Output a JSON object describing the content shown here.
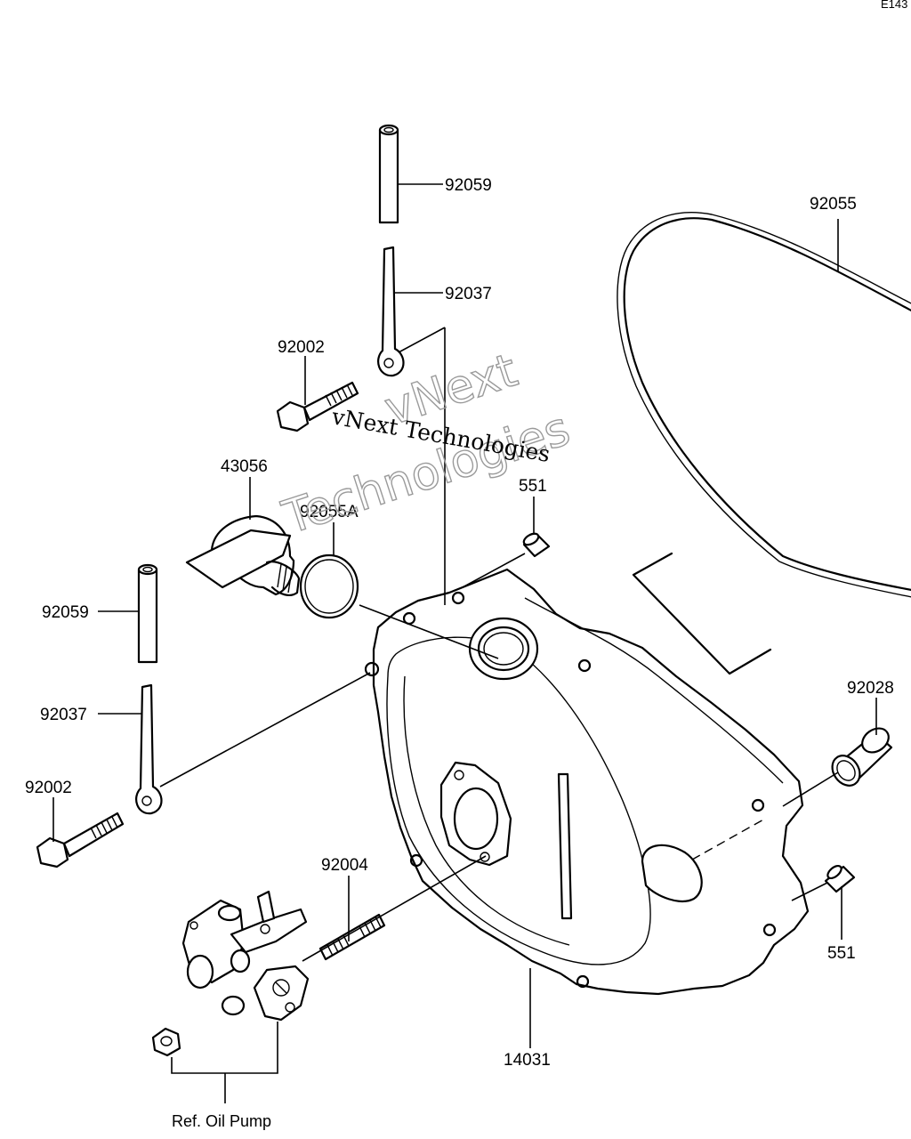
{
  "corner_code": "E143",
  "watermark": {
    "line1": "vNext",
    "line2": "Technologies",
    "caption": "vNext Technologies"
  },
  "callouts": {
    "c_92059_top": "92059",
    "c_92055": "92055",
    "c_92037_top": "92037",
    "c_92002_top": "92002",
    "c_43056": "43056",
    "c_92055A": "92055A",
    "c_551_top": "551",
    "c_92059_left": "92059",
    "c_92037_left": "92037",
    "c_92028": "92028",
    "c_92002_left": "92002",
    "c_92004": "92004",
    "c_551_right": "551",
    "c_14031": "14031"
  },
  "reference": {
    "oil_pump": "Ref. Oil Pump"
  }
}
